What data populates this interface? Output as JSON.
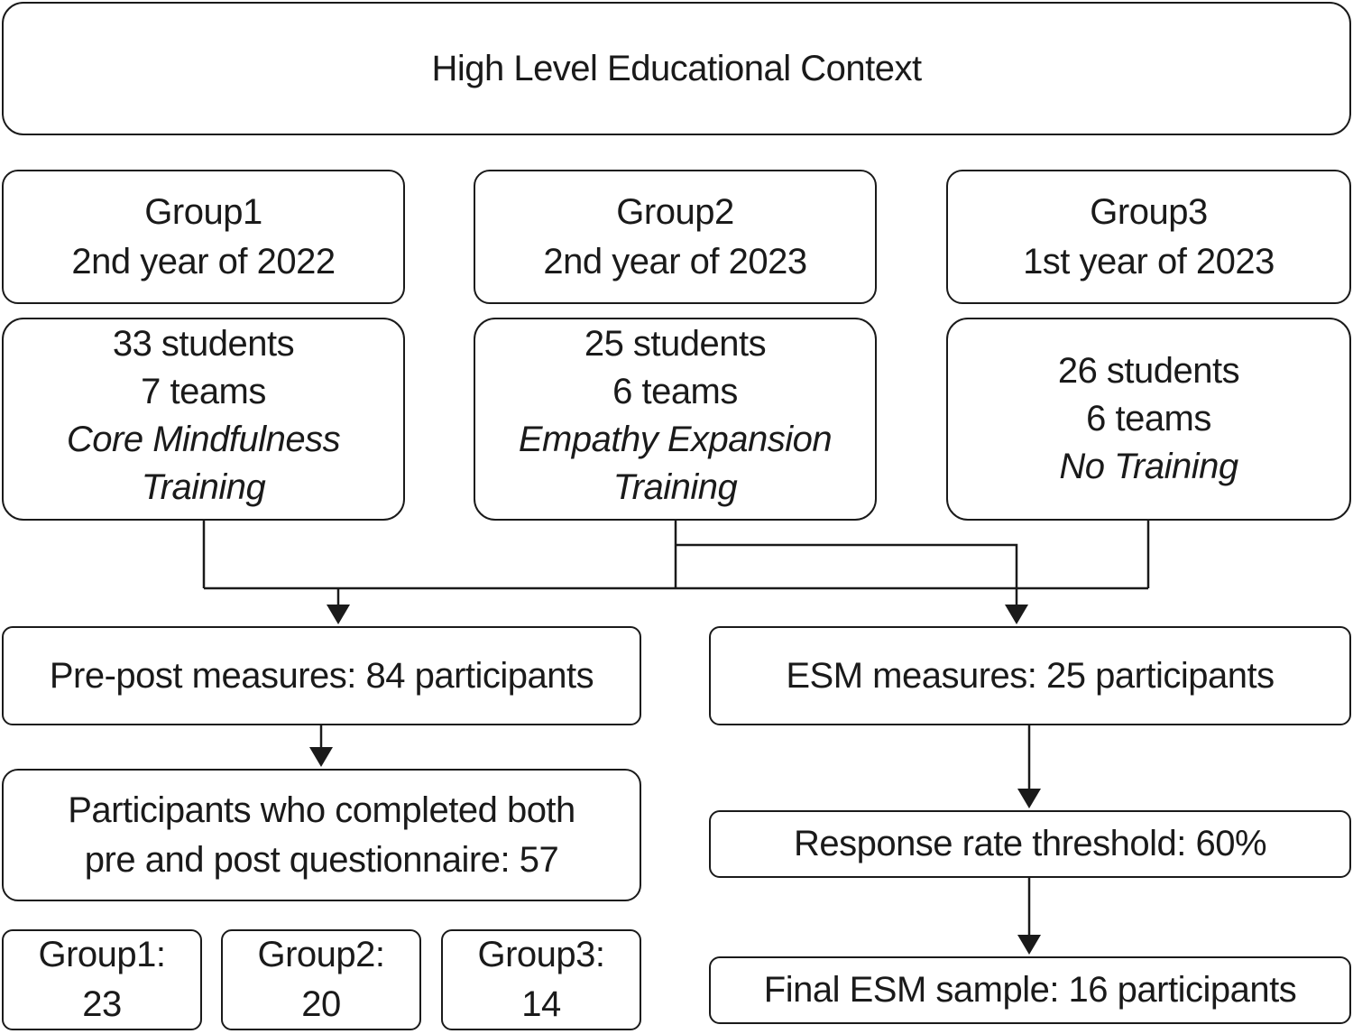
{
  "context": {
    "title": "High Level Educational Context"
  },
  "groups": [
    {
      "name": "Group1",
      "year": "2nd year of 2022",
      "students": "33 students",
      "teams": "7 teams",
      "training_line1": "Core Mindfulness",
      "training_line2": "Training"
    },
    {
      "name": "Group2",
      "year": "2nd year of 2023",
      "students": "25 students",
      "teams": "6 teams",
      "training_line1": "Empathy Expansion",
      "training_line2": "Training"
    },
    {
      "name": "Group3",
      "year": "1st year of 2023",
      "students": "26 students",
      "teams": "6 teams",
      "training_line1": "No Training",
      "training_line2": ""
    }
  ],
  "prepost": {
    "label": "Pre-post measures: 84 participants",
    "completed_line1": "Participants who completed both",
    "completed_line2": "pre and post questionnaire: 57",
    "results": [
      {
        "label": "Group1:",
        "value": "23"
      },
      {
        "label": "Group2:",
        "value": "20"
      },
      {
        "label": "Group3:",
        "value": "14"
      }
    ]
  },
  "esm": {
    "label": "ESM measures: 25 participants",
    "threshold": "Response rate threshold: 60%",
    "final": "Final ESM sample: 16 participants"
  },
  "style": {
    "line_color": "#1a1a1a",
    "box_border": "#1a1a1a",
    "background": "#ffffff"
  }
}
